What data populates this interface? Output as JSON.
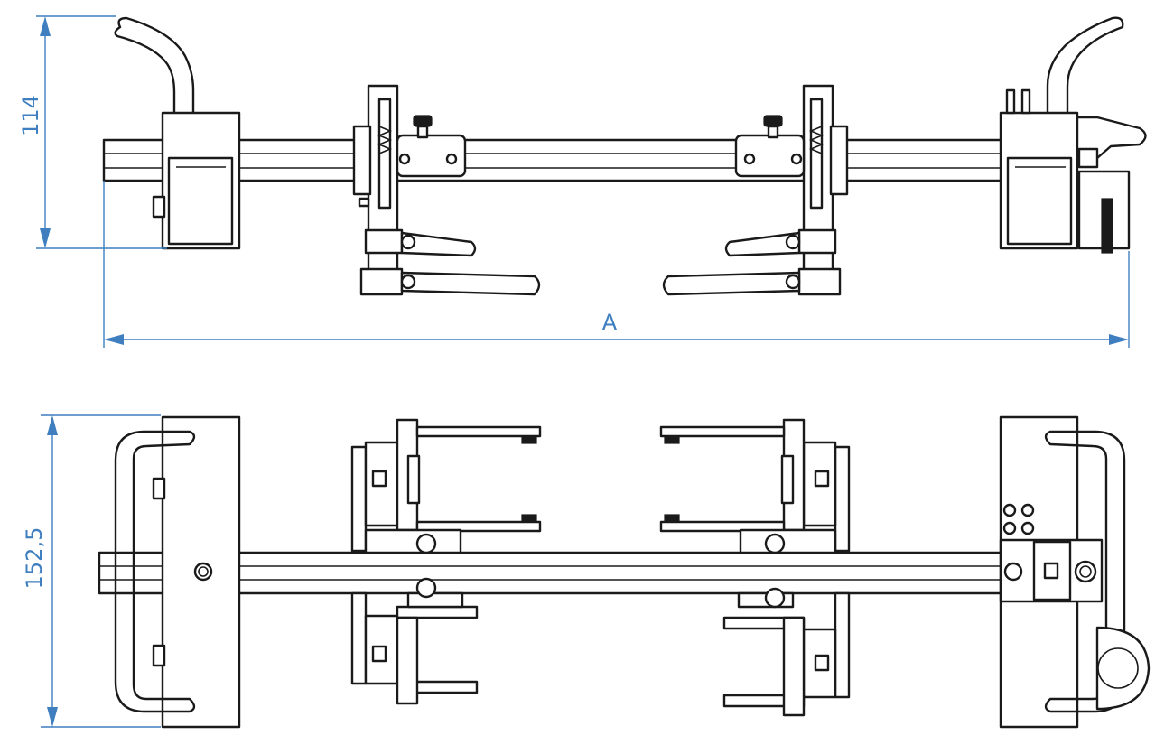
{
  "dimensions": {
    "top_height": "114",
    "total_length": "A",
    "bottom_height": "152,5"
  },
  "colors": {
    "dimension": "#3f7fc0",
    "line": "#1a1a1a",
    "background": "#ffffff"
  }
}
